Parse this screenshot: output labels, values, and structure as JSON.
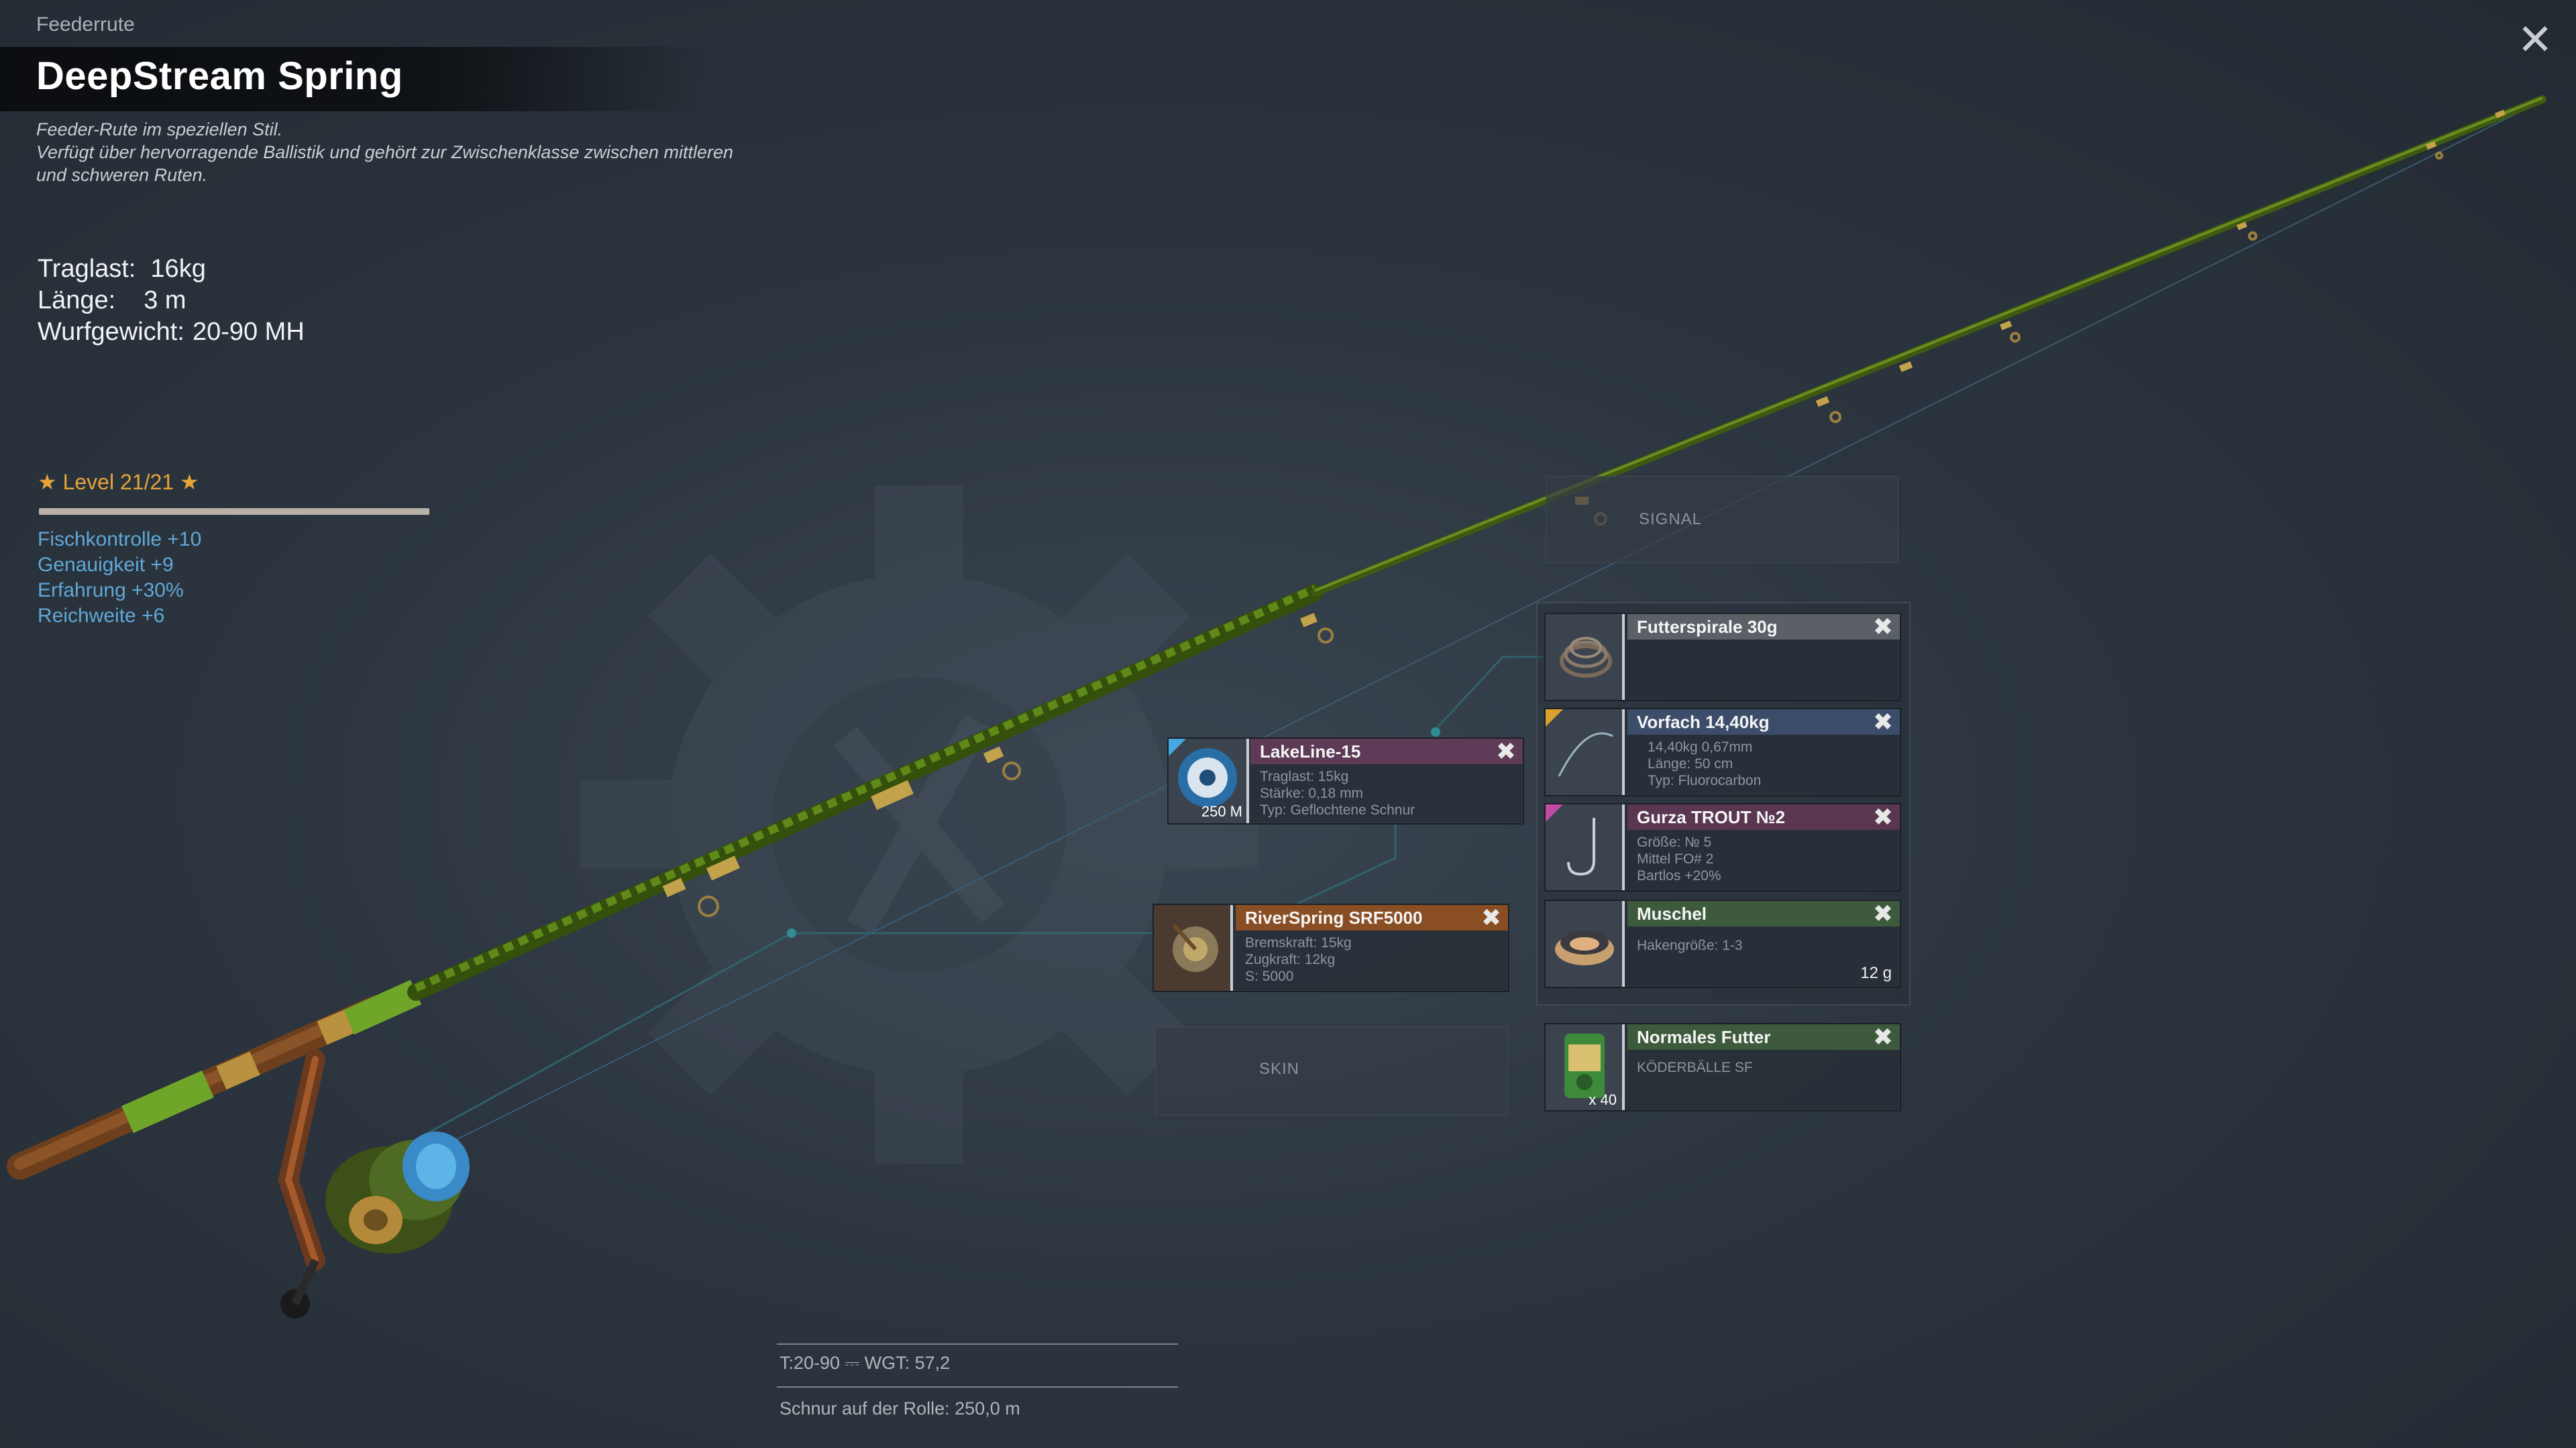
{
  "header": {
    "category": "Feederrute",
    "title": "DeepStream Spring",
    "description": [
      "Feeder-Rute im speziellen Stil.",
      "Verfügt über hervorragende Ballistik und gehört zur Zwischenklasse zwischen mittleren",
      "und schweren Ruten."
    ],
    "close_label": "✕"
  },
  "stats": [
    {
      "label": "Traglast:",
      "value": "16kg"
    },
    {
      "label": "Länge:",
      "value": "3 m"
    },
    {
      "label": "Wurfgewicht:",
      "value": "20-90 MH"
    }
  ],
  "level": {
    "label": "★ Level 21/21 ★",
    "progress_fraction": 1.0
  },
  "bonuses": [
    "Fischkontrolle +10",
    "Genauigkeit +9",
    "Erfahrung +30%",
    "Reichweite +6"
  ],
  "slots": {
    "signal": "SIGNAL",
    "skin": "SKIN"
  },
  "line": {
    "name": "LakeLine-15",
    "length_badge": "250 M",
    "details": [
      "Traglast:   15kg",
      "Stärke:    0,18 mm",
      "Typ: Geflochtene Schnur"
    ]
  },
  "reel": {
    "name": "RiverSpring SRF5000",
    "details": [
      "Bremskraft:   15kg",
      "Zugkraft:    12kg",
      "S: 5000"
    ]
  },
  "feeder": {
    "name": "Futterspirale 30g",
    "details": []
  },
  "leader": {
    "name": "Vorfach  14,40kg",
    "details": [
      "14,40kg    0,67mm",
      "Länge:    50 cm",
      "Typ: Fluorocarbon"
    ]
  },
  "hook": {
    "name": "Gurza TROUT №2",
    "details": [
      "Größe: № 5",
      "Mittel FO# 2",
      "Bartlos +20%"
    ]
  },
  "bait": {
    "name": "Muschel",
    "details": [
      "Hakengröße: 1-3"
    ],
    "weight": "12 g"
  },
  "groundbait": {
    "name": "Normales Futter",
    "details": [
      "KÖDERBÄLLE SF"
    ],
    "quantity": "x 40"
  },
  "footer": {
    "tackle": "T:20-90  ⎓ WGT: 57,2",
    "line_on_reel": "Schnur auf der Rolle: 250,0 m"
  },
  "colors": {
    "accent_level": "#e8a33a",
    "bonus_text": "#5fa8d8",
    "rod_blank": "#4f6a14",
    "rod_handle": "#7a4a22"
  },
  "close_icon": "close-icon"
}
